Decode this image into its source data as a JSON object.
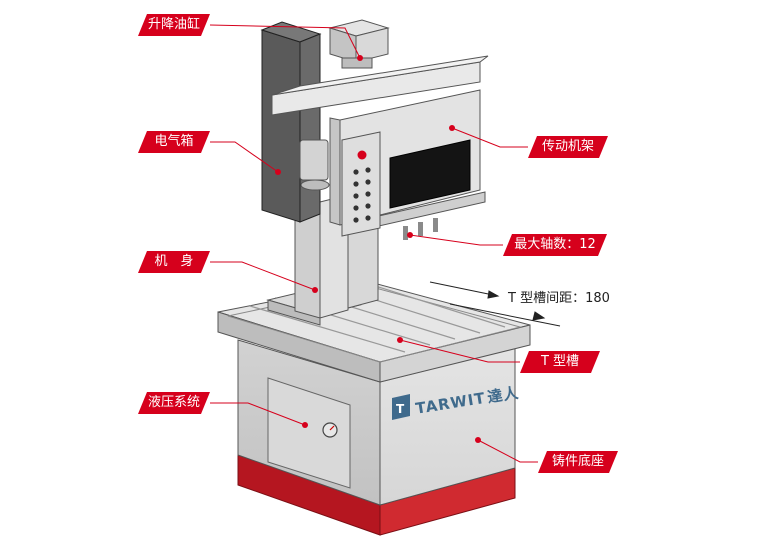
{
  "labels": {
    "lift_cylinder": "升降油缸",
    "electric_box": "电气箱",
    "machine_body": "机　身",
    "hydraulic_system": "液压系统",
    "transmission_frame": "传动机架",
    "max_spindles": "最大轴数：12",
    "t_slot_pitch": "T 型槽间距：180",
    "t_slot": "T 型槽",
    "cast_base": "铸件底座"
  },
  "brand": {
    "name": "TARWIT",
    "cn": "達人"
  },
  "colors": {
    "accent": "#d6001c",
    "base_red": "#b8151f",
    "machine_gray": "#c9c9c9"
  }
}
